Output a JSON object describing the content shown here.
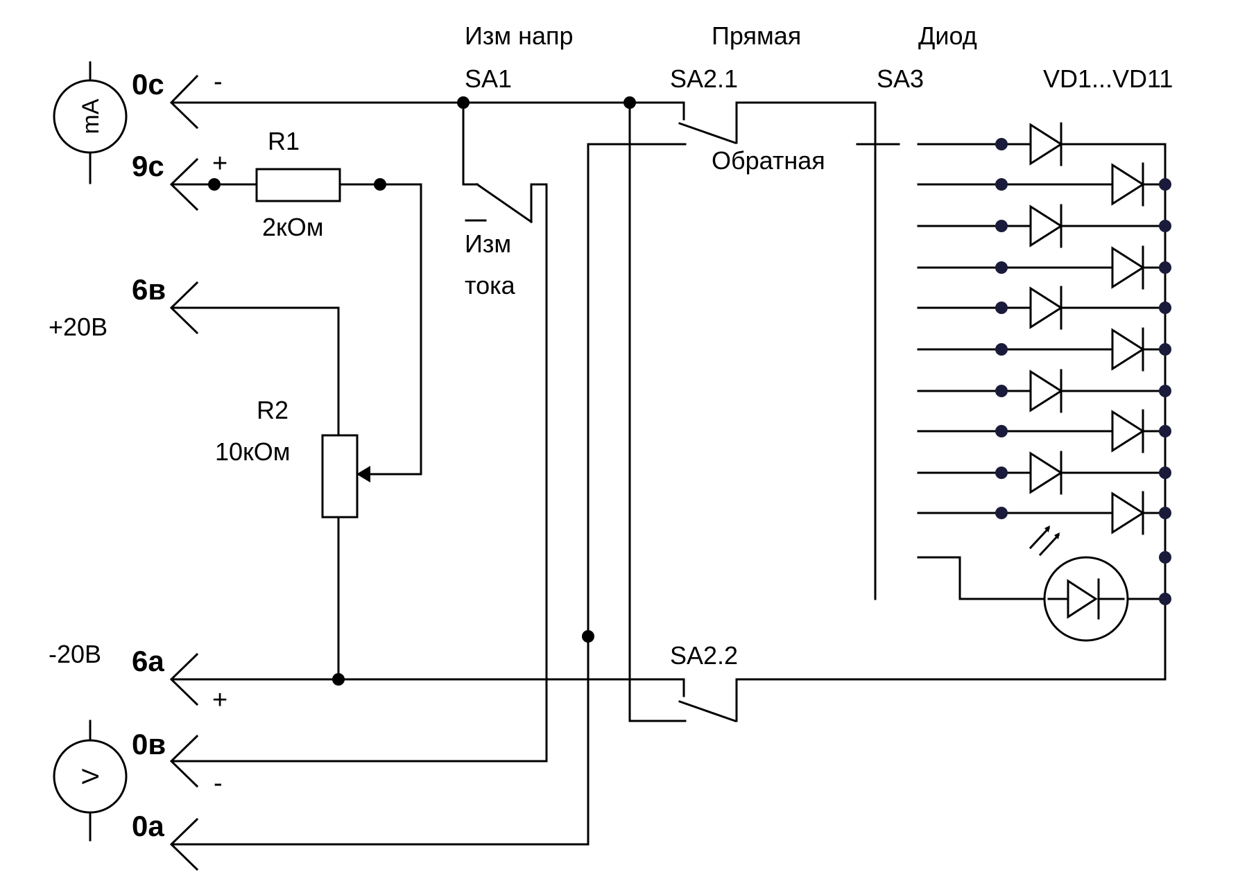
{
  "meters": {
    "current": "mA",
    "voltage": "V"
  },
  "pins": {
    "p0c": "0с",
    "p9c": "9с",
    "p6v": "6в",
    "p6a": "6а",
    "p0v": "0в",
    "p0a": "0а"
  },
  "polarity": {
    "p0c": "-",
    "p9c": "+",
    "p6a": "+",
    "p0v": "-"
  },
  "supply": {
    "plus": "+20В",
    "minus": "-20В"
  },
  "r1": {
    "ref": "R1",
    "value": "2кОм"
  },
  "r2": {
    "ref": "R2",
    "value": "10кОм"
  },
  "sa1": {
    "title": "Изм напр",
    "ref": "SA1",
    "alt_line1": "Изм",
    "alt_line2": "тока"
  },
  "sa2": {
    "title": "Прямая",
    "ref1": "SA2.1",
    "alt": "Обратная",
    "ref2": "SA2.2"
  },
  "sa3": {
    "title": "Диод",
    "ref": "SA3"
  },
  "diodes": {
    "ref": "VD1...VD11",
    "count": 11
  }
}
